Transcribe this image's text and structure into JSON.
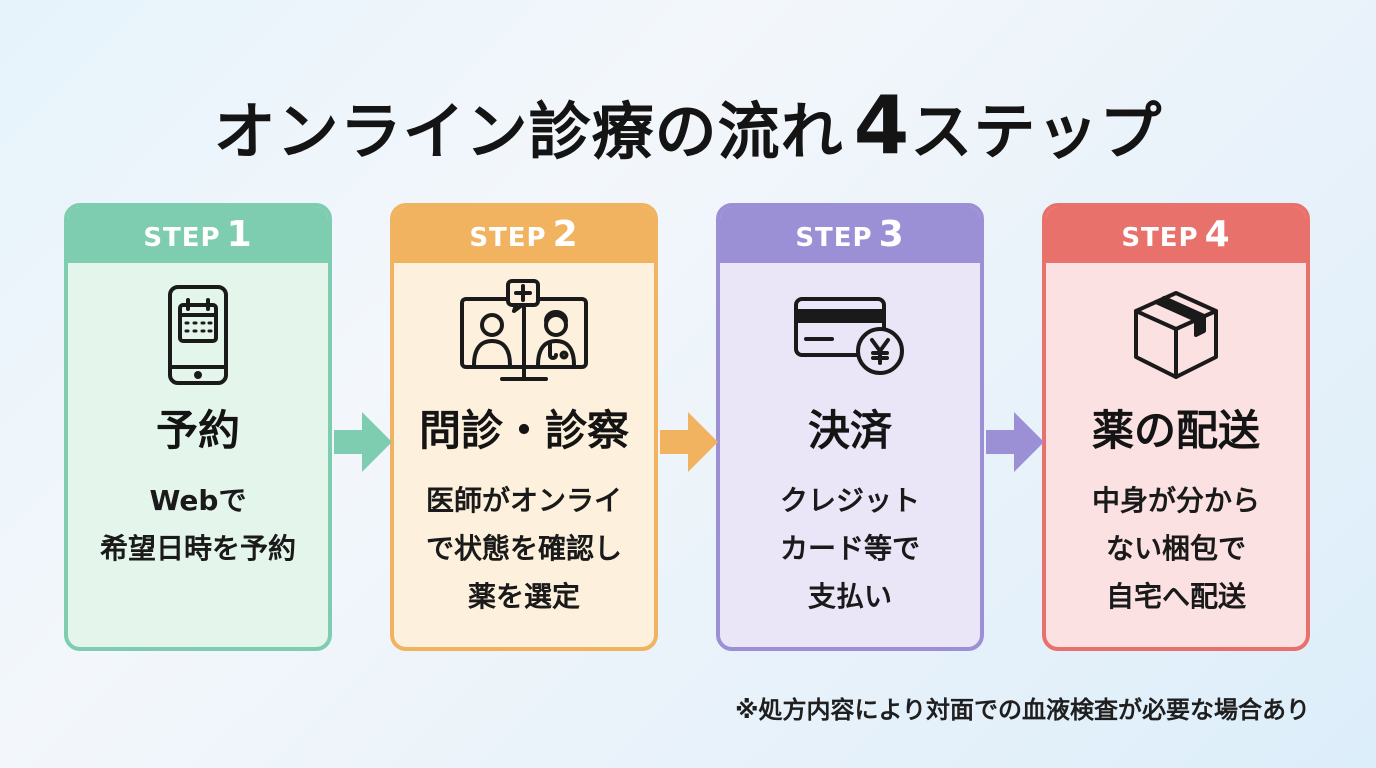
{
  "title": {
    "main": "オンライン診療の流れ",
    "number": "4",
    "suffix": "ステップ"
  },
  "steps": [
    {
      "label": "STEP",
      "number": "1",
      "title": "予約",
      "desc": [
        "Webで",
        "希望日時を予約"
      ],
      "icon": "smartphone-calendar-icon",
      "color": "#7ecdb1",
      "bg": "#e4f6ec"
    },
    {
      "label": "STEP",
      "number": "2",
      "title": "問診・診察",
      "desc": [
        "医師がオンライ",
        "で状態を確認し",
        "薬を選定"
      ],
      "icon": "video-consultation-icon",
      "color": "#f2b361",
      "bg": "#fdf0dc"
    },
    {
      "label": "STEP",
      "number": "3",
      "title": "決済",
      "desc": [
        "クレジット",
        "カード等で",
        "支払い"
      ],
      "icon": "credit-card-yen-icon",
      "color": "#9b8fd6",
      "bg": "#ebe6f7"
    },
    {
      "label": "STEP",
      "number": "4",
      "title": "薬の配送",
      "desc": [
        "中身が分から",
        "ない梱包で",
        "自宅へ配送"
      ],
      "icon": "package-box-icon",
      "color": "#e8716c",
      "bg": "#fbe1e1"
    }
  ],
  "note": "※処方内容により対面での血液検査が必要な場合あり"
}
